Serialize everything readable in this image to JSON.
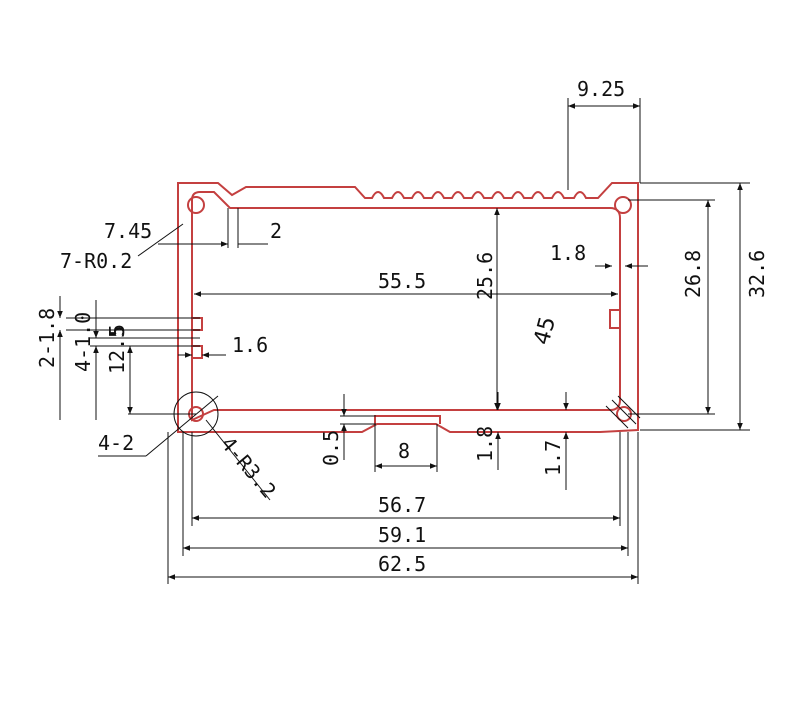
{
  "colors": {
    "profile": "#c44040",
    "dimension": "#111111",
    "background": "#ffffff"
  },
  "labels": {
    "top_slot": "9.25",
    "fin_width": "7.45",
    "fin_gap": "2",
    "fin_radius": "7-R0.2",
    "inner_width": "55.5",
    "height_inner_top": "25.6",
    "wall_right": "1.8",
    "height_mid": "26.8",
    "height_outer": "32.6",
    "total_height": "45",
    "left_top_groove": "2-1.8",
    "left_groove_depth": "4-1.0",
    "left_groove_w": "5",
    "left_groove_h": "12.5",
    "wall_left": "1.6",
    "corner_hole": "4-2",
    "corner_radius": "4-R3.2",
    "bottom_step": "0.5",
    "bottom_slot": "8",
    "bottom_wall_mid": "1.8",
    "bottom_wall_right": "1.7",
    "width_inner": "56.7",
    "width_mid": "59.1",
    "width_outer": "62.5"
  }
}
